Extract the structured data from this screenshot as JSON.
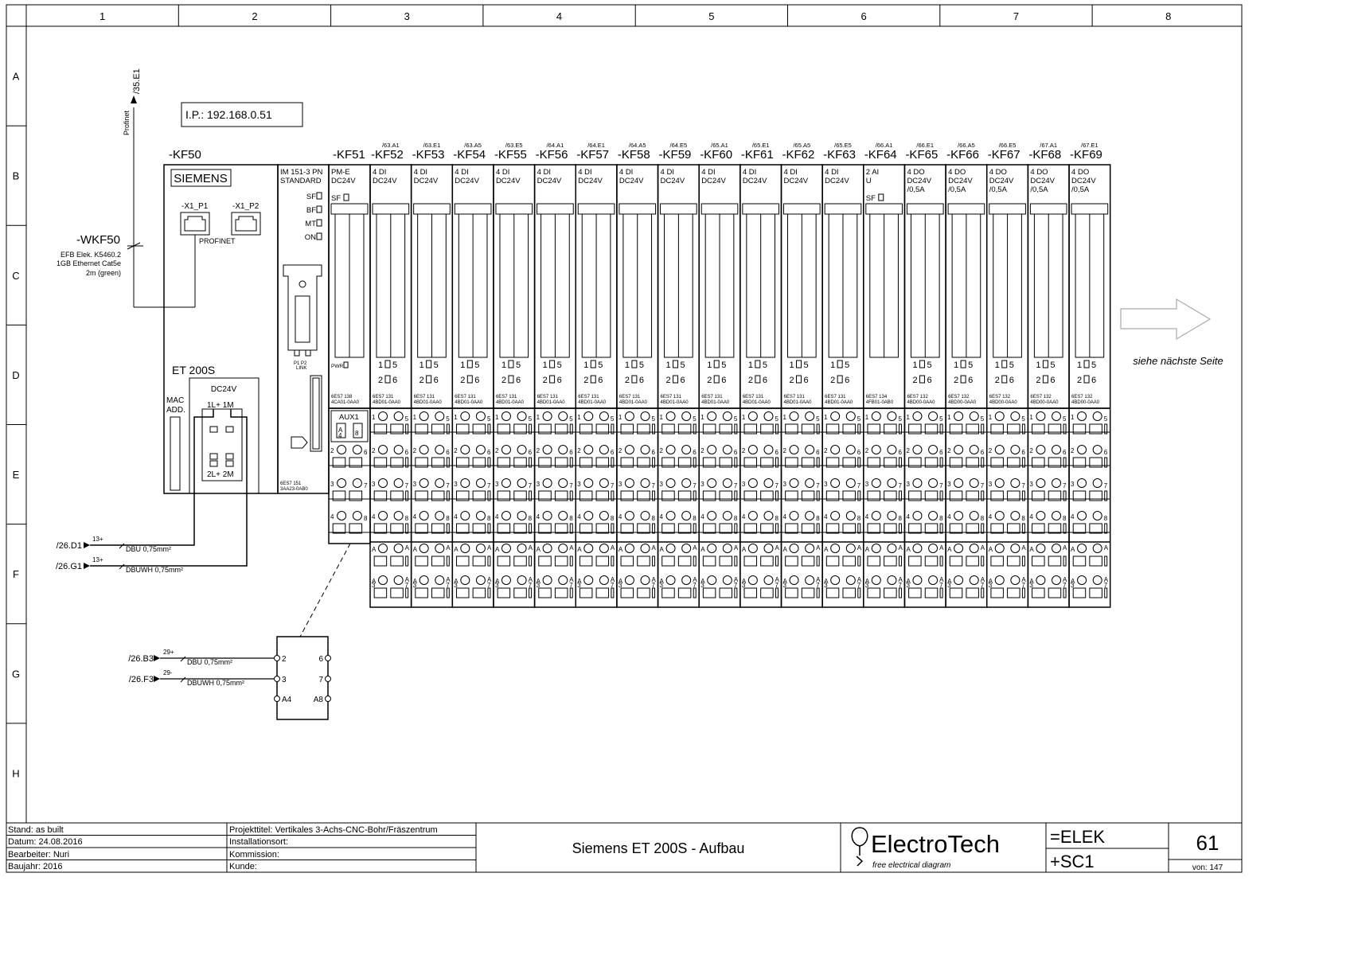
{
  "frame": {
    "columns": [
      "1",
      "2",
      "3",
      "4",
      "5",
      "6",
      "7",
      "8"
    ],
    "rows": [
      "A",
      "B",
      "C",
      "D",
      "E",
      "F",
      "G",
      "H"
    ]
  },
  "network": {
    "link_ref": "/35.E1",
    "link_label": "Profinet",
    "ip_label": "I.P.: 192.168.0.51",
    "cable_tag": "-WKF50",
    "cable_desc": [
      "EFB Elek. K5460.2",
      "1GB Ethernet Cat5e",
      "2m (green)"
    ]
  },
  "head": {
    "tag": "-KF50",
    "brand": "SIEMENS",
    "port1": "-X1_P1",
    "port2": "-X1_P2",
    "profinet_label": "PROFINET",
    "family": "ET 200S",
    "mac_label": [
      "MAC",
      "ADD."
    ],
    "supply": {
      "title": "DC24V",
      "top_terminals": "1L+  1M",
      "bottom_terminals": "2L+  2M"
    },
    "im_lines": [
      "IM 151-3 PN",
      "STANDARD"
    ],
    "leds": [
      "SF",
      "BF",
      "MT",
      "ON"
    ],
    "ports_caption": [
      "P1   P2",
      "LINK"
    ],
    "im_part": [
      "6ES7 151",
      "3AA23-0AB0"
    ]
  },
  "power_module": {
    "tag": "-KF51",
    "lines": [
      "PM-E",
      "DC24V"
    ],
    "sf": "SF",
    "pwr": "PWR",
    "part": [
      "6ES7 138",
      "4CA01-0AA0"
    ],
    "aux": "AUX1",
    "aux_a": "A",
    "aux_4": "4",
    "aux_8": "8"
  },
  "io_modules": [
    {
      "tag": "-KF52",
      "ref": "/63.A1",
      "lines": [
        "4 DI",
        "DC24V"
      ],
      "part": [
        "6ES7 131",
        "4BD01-0AA0"
      ],
      "chan_top": [
        "1",
        "5"
      ],
      "chan_bottom": [
        "2",
        "6"
      ],
      "sf": ""
    },
    {
      "tag": "-KF53",
      "ref": "/63.E1",
      "lines": [
        "4 DI",
        "DC24V"
      ],
      "part": [
        "6ES7 131",
        "4BD01-0AA0"
      ],
      "chan_top": [
        "1",
        "5"
      ],
      "chan_bottom": [
        "2",
        "6"
      ],
      "sf": ""
    },
    {
      "tag": "-KF54",
      "ref": "/63.A5",
      "lines": [
        "4 DI",
        "DC24V"
      ],
      "part": [
        "6ES7 131",
        "4BD01-0AA0"
      ],
      "chan_top": [
        "1",
        "5"
      ],
      "chan_bottom": [
        "2",
        "6"
      ],
      "sf": ""
    },
    {
      "tag": "-KF55",
      "ref": "/63.E5",
      "lines": [
        "4 DI",
        "DC24V"
      ],
      "part": [
        "6ES7 131",
        "4BD01-0AA0"
      ],
      "chan_top": [
        "1",
        "5"
      ],
      "chan_bottom": [
        "2",
        "6"
      ],
      "sf": ""
    },
    {
      "tag": "-KF56",
      "ref": "/64.A1",
      "lines": [
        "4 DI",
        "DC24V"
      ],
      "part": [
        "6ES7 131",
        "4BD01-0AA0"
      ],
      "chan_top": [
        "1",
        "5"
      ],
      "chan_bottom": [
        "2",
        "6"
      ],
      "sf": ""
    },
    {
      "tag": "-KF57",
      "ref": "/64.E1",
      "lines": [
        "4 DI",
        "DC24V"
      ],
      "part": [
        "6ES7 131",
        "4BD01-0AA0"
      ],
      "chan_top": [
        "1",
        "5"
      ],
      "chan_bottom": [
        "2",
        "6"
      ],
      "sf": ""
    },
    {
      "tag": "-KF58",
      "ref": "/64.A5",
      "lines": [
        "4 DI",
        "DC24V"
      ],
      "part": [
        "6ES7 131",
        "4BD01-0AA0"
      ],
      "chan_top": [
        "1",
        "5"
      ],
      "chan_bottom": [
        "2",
        "6"
      ],
      "sf": ""
    },
    {
      "tag": "-KF59",
      "ref": "/64.E5",
      "lines": [
        "4 DI",
        "DC24V"
      ],
      "part": [
        "6ES7 131",
        "4BD01-0AA0"
      ],
      "chan_top": [
        "1",
        "5"
      ],
      "chan_bottom": [
        "2",
        "6"
      ],
      "sf": ""
    },
    {
      "tag": "-KF60",
      "ref": "/65.A1",
      "lines": [
        "4 DI",
        "DC24V"
      ],
      "part": [
        "6ES7 131",
        "4BD01-0AA0"
      ],
      "chan_top": [
        "1",
        "5"
      ],
      "chan_bottom": [
        "2",
        "6"
      ],
      "sf": ""
    },
    {
      "tag": "-KF61",
      "ref": "/65.E1",
      "lines": [
        "4 DI",
        "DC24V"
      ],
      "part": [
        "6ES7 131",
        "4BD01-0AA0"
      ],
      "chan_top": [
        "1",
        "5"
      ],
      "chan_bottom": [
        "2",
        "6"
      ],
      "sf": ""
    },
    {
      "tag": "-KF62",
      "ref": "/65.A5",
      "lines": [
        "4 DI",
        "DC24V"
      ],
      "part": [
        "6ES7 131",
        "4BD01-0AA0"
      ],
      "chan_top": [
        "1",
        "5"
      ],
      "chan_bottom": [
        "2",
        "6"
      ],
      "sf": ""
    },
    {
      "tag": "-KF63",
      "ref": "/65.E5",
      "lines": [
        "4 DI",
        "DC24V"
      ],
      "part": [
        "6ES7 131",
        "4BD01-0AA0"
      ],
      "chan_top": [
        "1",
        "5"
      ],
      "chan_bottom": [
        "2",
        "6"
      ],
      "sf": ""
    },
    {
      "tag": "-KF64",
      "ref": "/66.A1",
      "lines": [
        "2 AI",
        "U"
      ],
      "part": [
        "6ES7 134",
        "4FB01-0AB0"
      ],
      "chan_top": [
        "",
        ""
      ],
      "chan_bottom": [
        "",
        ""
      ],
      "sf": "SF"
    },
    {
      "tag": "-KF65",
      "ref": "/66.E1",
      "lines": [
        "4 DO",
        "DC24V",
        "/0,5A"
      ],
      "part": [
        "6ES7 132",
        "4BD00-0AA0"
      ],
      "chan_top": [
        "1",
        "5"
      ],
      "chan_bottom": [
        "2",
        "6"
      ],
      "sf": ""
    },
    {
      "tag": "-KF66",
      "ref": "/66.A5",
      "lines": [
        "4 DO",
        "DC24V",
        "/0,5A"
      ],
      "part": [
        "6ES7 132",
        "4BD00-0AA0"
      ],
      "chan_top": [
        "1",
        "5"
      ],
      "chan_bottom": [
        "2",
        "6"
      ],
      "sf": ""
    },
    {
      "tag": "-KF67",
      "ref": "/66.E5",
      "lines": [
        "4 DO",
        "DC24V",
        "/0,5A"
      ],
      "part": [
        "6ES7 132",
        "4BD00-0AA0"
      ],
      "chan_top": [
        "1",
        "5"
      ],
      "chan_bottom": [
        "2",
        "6"
      ],
      "sf": ""
    },
    {
      "tag": "-KF68",
      "ref": "/67.A1",
      "lines": [
        "4 DO",
        "DC24V",
        "/0,5A"
      ],
      "part": [
        "6ES7 132",
        "4BD00-0AA0"
      ],
      "chan_top": [
        "1",
        "5"
      ],
      "chan_bottom": [
        "2",
        "6"
      ],
      "sf": ""
    },
    {
      "tag": "-KF69",
      "ref": "/67.E1",
      "lines": [
        "4 DO",
        "DC24V",
        "/0,5A"
      ],
      "part": [
        "6ES7 132",
        "4BD00-0AA0"
      ],
      "chan_top": [
        "1",
        "5"
      ],
      "chan_bottom": [
        "2",
        "6"
      ],
      "sf": ""
    }
  ],
  "terminal_numbers": {
    "row1": [
      "1",
      "5"
    ],
    "row2": [
      "2",
      "6"
    ],
    "row3": [
      "3",
      "7"
    ],
    "row4": [
      "4",
      "8"
    ],
    "row5": [
      "A",
      "A"
    ],
    "row6": [
      "A",
      "A"
    ],
    "row6_sub": [
      "3",
      "7"
    ]
  },
  "supply_feeds": [
    {
      "ref": "/26.D1",
      "wire": "13+",
      "cable": "DBU  0,75mm²"
    },
    {
      "ref": "/26.G1",
      "wire": "13+",
      "cable": "DBUWH  0,75mm²"
    }
  ],
  "aux_feeds": [
    {
      "ref": "/26.B3",
      "wire": "29+",
      "cable": "DBU  0,75mm²"
    },
    {
      "ref": "/26.F3",
      "wire": "29-",
      "cable": "DBUWH  0,75mm²"
    }
  ],
  "aux_terminal_block": {
    "left": [
      "2",
      "3",
      "A4"
    ],
    "right": [
      "6",
      "7",
      "A8"
    ]
  },
  "continuation": "siehe nächste Seite",
  "title_block": {
    "stand": "Stand: as built",
    "datum": "Datum: 24.08.2016",
    "bearbeiter": "Bearbeiter: Nuri",
    "baujahr": "Baujahr: 2016",
    "projekt": "Projekttitel: Vertikales 3-Achs-CNC-Bohr/Fräszentrum",
    "installationsort": "Installationsort:",
    "kommission": "Kommission:",
    "kunde": "Kunde:",
    "page_title": "Siemens ET 200S - Aufbau",
    "logo_text": "ElectroTech",
    "logo_sub": "free electrical diagram",
    "func": "=ELEK",
    "loc": "+SC1",
    "sheet_no": "61",
    "total": "von: 147"
  }
}
